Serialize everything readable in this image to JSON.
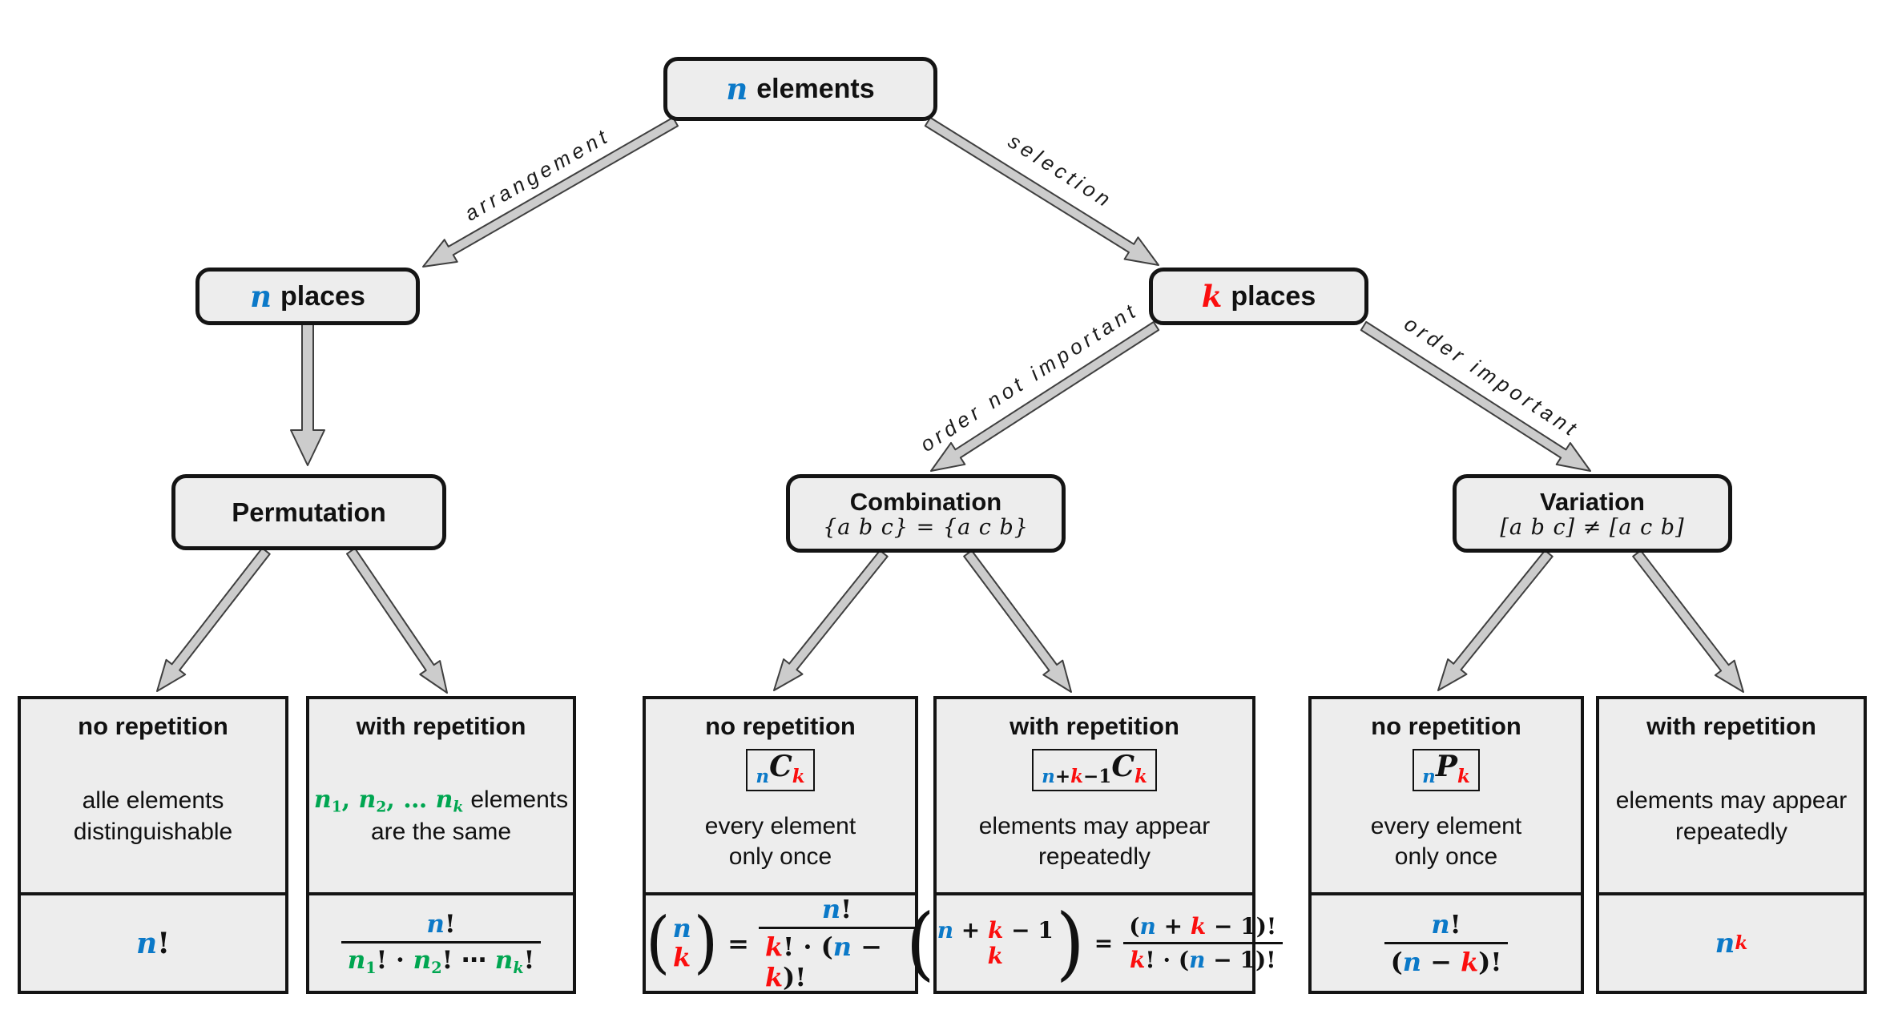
{
  "colors": {
    "blue_n": "#0B79C8",
    "red_k": "#FB0E0E",
    "green_n": "#00A651",
    "box_fill": "#EDEDED",
    "box_border": "#141414",
    "arrow_fill": "#CCCCCC",
    "arrow_outline": "#3F3F3F"
  },
  "nodes": {
    "root": {
      "math": "n",
      "text": "elements"
    },
    "n_places": {
      "math": "n",
      "text": "places"
    },
    "k_places": {
      "math": "k",
      "text": "places"
    },
    "permutation": {
      "title": "Permutation"
    },
    "combination": {
      "title": "Combination",
      "subtitle": "{a b c} = {a c b}"
    },
    "variation": {
      "title": "Variation",
      "subtitle": "[a b c] ≠ [a c b]"
    }
  },
  "edge_labels": {
    "arrangement": "arrangement",
    "selection": "selection",
    "order_not_important": "order not important",
    "order_important": "order important"
  },
  "cards": {
    "perm_no_rep": {
      "title": "no repetition",
      "desc1": "alle elements",
      "desc2": "distinguishable",
      "formula": {
        "n": "n",
        "bang": "!"
      }
    },
    "perm_with_rep": {
      "title": "with repetition",
      "desc_math": {
        "n1": "n",
        "s1": "1",
        "c1": ", ",
        "n2": "n",
        "s2": "2",
        "c2": ", … ",
        "n3": "n",
        "s3": "k",
        "rest": "elements"
      },
      "desc2": "are the same",
      "formula": {
        "num_n": "n",
        "num_bang": "!",
        "d_n1": "n",
        "d_s1": "1",
        "d_b1": "! · ",
        "d_n2": "n",
        "d_s2": "2",
        "d_b2": "! ⋯ ",
        "d_n3": "n",
        "d_s3": "k",
        "d_b3": "!"
      }
    },
    "comb_no_rep": {
      "title": "no repetition",
      "badge": {
        "sub_n": "n",
        "main": "C",
        "sub_k": "k"
      },
      "desc1": "every element",
      "desc2": "only once",
      "formula": {
        "lparen": "(",
        "rparen": ")",
        "top": "n",
        "bottom": "k",
        "eq": "=",
        "num_n": "n",
        "num_bang": "!",
        "den_k": "k",
        "den_m1": "! · (",
        "den_n": "n",
        "den_m2": " − ",
        "den_k2": "k",
        "den_m3": ")!"
      }
    },
    "comb_with_rep": {
      "title": "with repetition",
      "badge": {
        "sub_n": "n",
        "sub_p": "+",
        "sub_k": "k",
        "sub_m": "−1",
        "main": "C",
        "sub_k2": "k"
      },
      "desc1": "elements may appear",
      "desc2": "repeatedly",
      "formula": {
        "lparen": "(",
        "rparen": ")",
        "top_n": "n",
        "top_p": " + ",
        "top_k": "k",
        "top_m": " − 1",
        "bottom": "k",
        "eq": "=",
        "num_o": "(",
        "num_n": "n",
        "num_p": " + ",
        "num_k": "k",
        "num_m": " − 1",
        "num_c": ")!",
        "den_k": "k",
        "den_m1": "! · (",
        "den_n": "n",
        "den_m2": " − 1)!"
      }
    },
    "var_no_rep": {
      "title": "no repetition",
      "badge": {
        "sub_n": "n",
        "main": "P",
        "sub_k": "k"
      },
      "desc1": "every element",
      "desc2": "only once",
      "formula": {
        "num_n": "n",
        "num_bang": "!",
        "den_o": "(",
        "den_n": "n",
        "den_m": " − ",
        "den_k": "k",
        "den_c": ")!"
      }
    },
    "var_with_rep": {
      "title": "with repetition",
      "desc1": "elements may appear",
      "desc2": "repeatedly",
      "formula": {
        "base": "n",
        "sup": "k"
      }
    }
  }
}
